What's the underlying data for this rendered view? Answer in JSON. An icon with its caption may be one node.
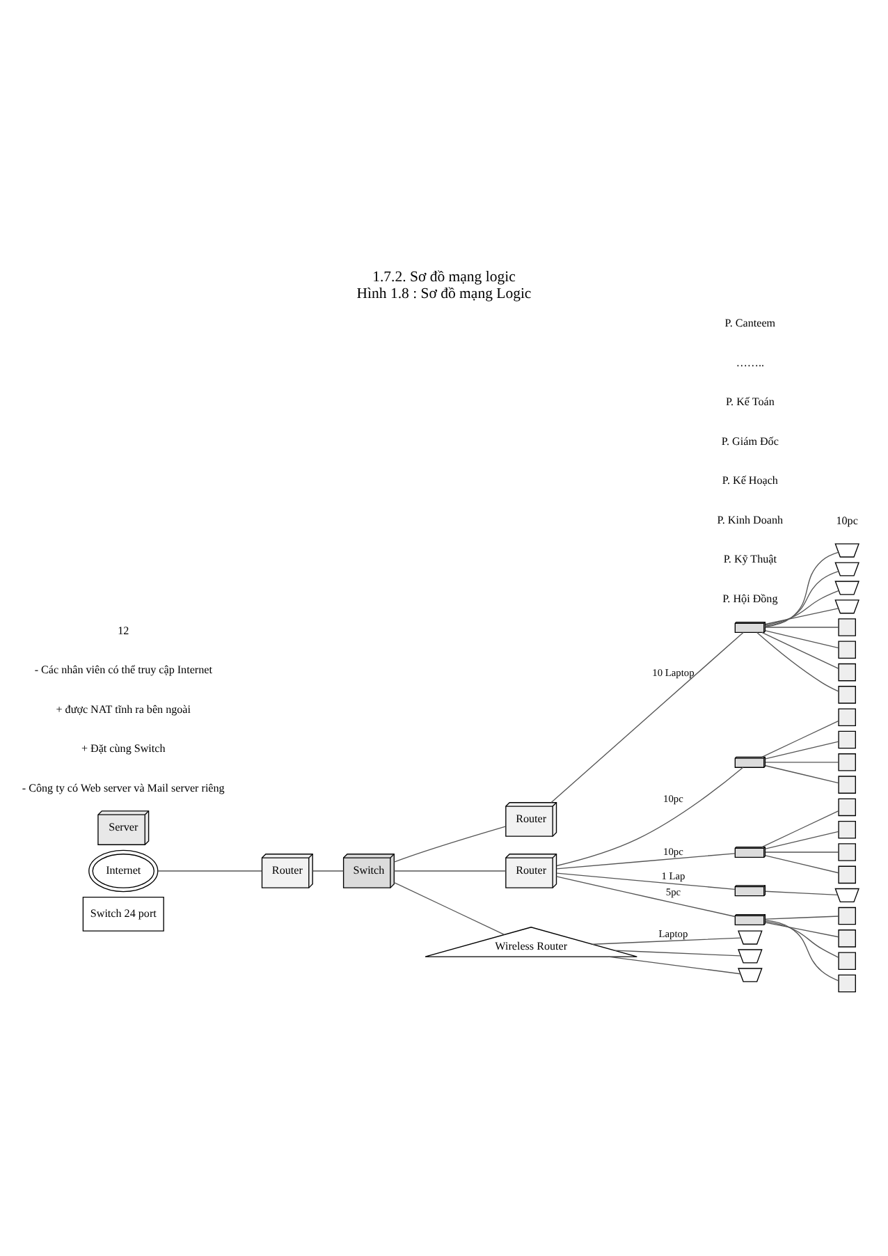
{
  "diagram": {
    "title": "1.7.2. Sơ đồ mạng logic",
    "caption": "Hình 1.8 : Sơ đồ mạng Logic",
    "nodes": [
      {
        "text": [
          "Switch 24 port"
        ]
      },
      {
        "text": [
          "Internet"
        ]
      },
      {
        "text": [
          "Server"
        ]
      },
      {
        "text": [
          "Router"
        ]
      },
      {
        "text": [
          "Router"
        ]
      },
      {
        "text": [
          "Switch"
        ]
      },
      {
        "text": [
          "Router"
        ]
      },
      {
        "text": [
          "Wireless Router"
        ]
      },
      {
        "text": [],
        "shape": "switch"
      },
      {
        "text": [],
        "shape": "laptop"
      },
      {
        "text": [],
        "shape": "laptop"
      },
      {
        "text": [],
        "shape": "laptop"
      },
      {
        "text": [],
        "shape": "laptop"
      },
      {
        "text": [],
        "shape": "computer"
      },
      {
        "text": [],
        "shape": "computer"
      },
      {
        "text": [],
        "shape": "computer"
      },
      {
        "text": [],
        "shape": "computer"
      },
      {
        "text": [],
        "shape": "switch"
      },
      {
        "text": [],
        "shape": "computer"
      },
      {
        "text": [],
        "shape": "computer"
      },
      {
        "text": [],
        "shape": "computer"
      },
      {
        "text": [],
        "shape": "computer"
      },
      {
        "text": [],
        "shape": "switch"
      },
      {
        "text": [],
        "shape": "computer"
      },
      {
        "text": [],
        "shape": "computer"
      },
      {
        "text": [],
        "shape": "computer"
      },
      {
        "text": [],
        "shape": "computer"
      },
      {
        "text": [],
        "shape": "switch"
      },
      {
        "text": [],
        "shape": "laptop"
      },
      {
        "text": [],
        "shape": "switch"
      },
      {
        "text": [],
        "shape": "computer"
      },
      {
        "text": [],
        "shape": "computer"
      },
      {
        "text": [],
        "shape": "computer"
      },
      {
        "text": [],
        "shape": "computer"
      },
      {
        "text": [],
        "shape": "laptop"
      },
      {
        "text": [],
        "shape": "laptop"
      },
      {
        "text": [],
        "shape": "laptop"
      }
    ],
    "edges": [
      {
        "from": 1,
        "to": 3,
        "arrow": "none"
      },
      {
        "from": 3,
        "to": 5,
        "arrow": "none"
      },
      {
        "from": 5,
        "to": 4,
        "arrow": "none"
      },
      {
        "from": 4,
        "to": 8,
        "label": "10 Laptop",
        "arrow": "none"
      },
      {
        "from": 8,
        "to": 9,
        "arrow": "none"
      },
      {
        "from": 8,
        "to": 10,
        "arrow": "none"
      },
      {
        "from": 8,
        "to": 11,
        "arrow": "none"
      },
      {
        "from": 8,
        "to": 12,
        "arrow": "none"
      },
      {
        "from": 8,
        "to": 13,
        "arrow": "none"
      },
      {
        "from": 8,
        "to": 14,
        "arrow": "none"
      },
      {
        "from": 8,
        "to": 15,
        "arrow": "none"
      },
      {
        "from": 8,
        "to": 16,
        "arrow": "none"
      },
      {
        "from": 5,
        "to": 6,
        "arrow": "none"
      },
      {
        "from": 6,
        "to": 17,
        "label": "10pc",
        "arrow": "none"
      },
      {
        "from": 17,
        "to": 18,
        "arrow": "none"
      },
      {
        "from": 17,
        "to": 19,
        "arrow": "none"
      },
      {
        "from": 17,
        "to": 20,
        "arrow": "none"
      },
      {
        "from": 17,
        "to": 21,
        "arrow": "none"
      },
      {
        "from": 6,
        "to": 22,
        "label": "10pc",
        "arrow": "none"
      },
      {
        "from": 22,
        "to": 23,
        "arrow": "none"
      },
      {
        "from": 22,
        "to": 24,
        "arrow": "none"
      },
      {
        "from": 22,
        "to": 25,
        "arrow": "none"
      },
      {
        "from": 22,
        "to": 26,
        "arrow": "none"
      },
      {
        "from": 6,
        "to": 27,
        "label": "1 Lap",
        "arrow": "none"
      },
      {
        "from": 27,
        "to": 28,
        "arrow": "none"
      },
      {
        "from": 6,
        "to": 29,
        "label": "5pc",
        "arrow": "none"
      },
      {
        "from": 29,
        "to": 30,
        "arrow": "none"
      },
      {
        "from": 29,
        "to": 31,
        "arrow": "none"
      },
      {
        "from": 29,
        "to": 32,
        "arrow": "none"
      },
      {
        "from": 29,
        "to": 33,
        "arrow": "none"
      },
      {
        "from": 5,
        "to": 7,
        "arrow": "none"
      },
      {
        "from": 7,
        "to": 34,
        "label": "Laptop",
        "arrow": "none"
      },
      {
        "from": 7,
        "to": 35,
        "arrow": "none"
      },
      {
        "from": 7,
        "to": 36,
        "arrow": "none"
      }
    ],
    "labels": [
      "P. Hội Đồng",
      "10pc",
      "P. Kỹ Thuật",
      "P. Kinh Doanh",
      "P. Kế Hoạch",
      "P. Giám Đốc",
      "P. Kế Toán",
      "……..",
      "P. Canteem",
      "- Công ty có Web server và Mail server riêng",
      "+ Đặt cùng Switch",
      "+ được NAT tĩnh ra bên ngoài",
      "- Các nhân viên có thể truy cập Internet",
      "12"
    ]
  }
}
